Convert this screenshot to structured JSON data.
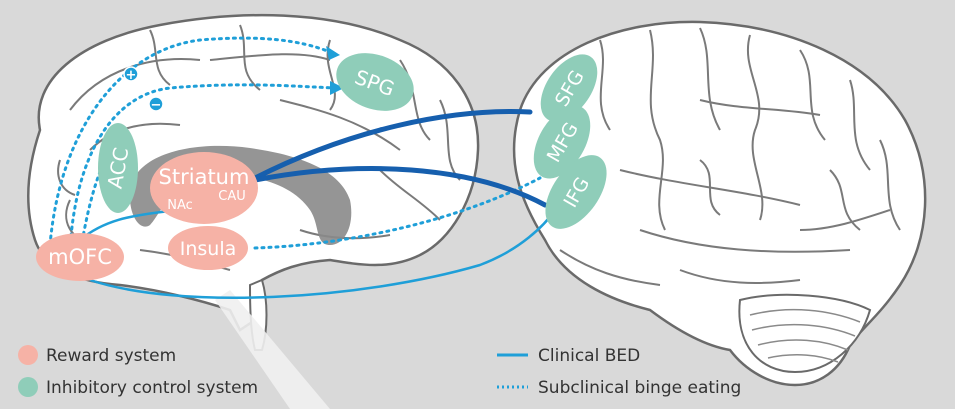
{
  "colors": {
    "background": "#d9d9d9",
    "brain_fill": "#ffffff",
    "brain_outline": "#6a6a6a",
    "reward": "#f6b2a6",
    "inhibitory": "#8fcdb9",
    "clinical_line": "#1f9fd8",
    "strong_line": "#165fae",
    "subclinical_line": "#1f9fd8",
    "dark_region": "#8a8a8a"
  },
  "regions": {
    "spg": "SPG",
    "acc": "ACC",
    "striatum": "Striatum",
    "nac": "NAc",
    "cau": "CAU",
    "mofc": "mOFC",
    "insula": "Insula",
    "sfg": "SFG",
    "mfg": "MFG",
    "ifg": "IFG"
  },
  "markers": {
    "plus": "+",
    "minus": "−"
  },
  "legend": {
    "reward": "Reward system",
    "inhibitory": "Inhibitory control system",
    "clinical": "Clinical BED",
    "subclinical": "Subclinical binge eating"
  }
}
